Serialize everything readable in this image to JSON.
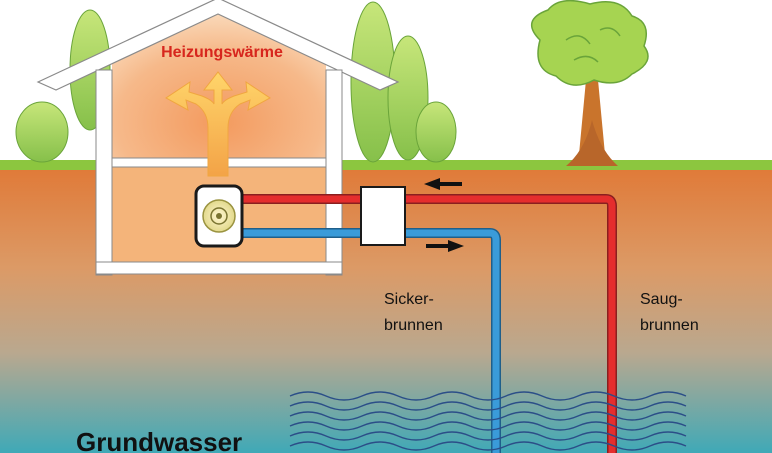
{
  "labels": {
    "heat": "Heizungswärme",
    "sicker_line1": "Sicker-",
    "sicker_line2": "brunnen",
    "saug_line1": "Saug-",
    "saug_line2": "brunnen",
    "groundwater": "Grundwasser"
  },
  "colors": {
    "sky": "#ffffff",
    "grass": "#8cc63f",
    "soil_top": "#e07a38",
    "soil_mid": "#c99a72",
    "groundwater": "#3fa9b7",
    "warm_pipe": "#e52d2d",
    "cold_pipe": "#3a9bd9",
    "label_red": "#d7261d"
  },
  "icons": {
    "heat_arrow": "three-way-arrow-icon",
    "heat_pump": "heat-pump-icon",
    "flow_left": "arrow-left-icon",
    "flow_right": "arrow-right-icon"
  }
}
